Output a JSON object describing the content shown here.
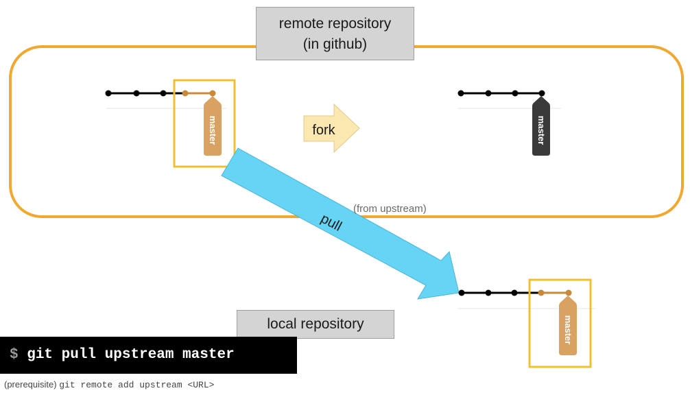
{
  "remote": {
    "title_line1": "remote repository",
    "title_line2": "(in github)"
  },
  "local": {
    "title": "local repository"
  },
  "fork_label": "fork",
  "pull_label": "pull",
  "from_upstream": "(from upstream)",
  "branch_label": "master",
  "command": {
    "prompt": "$",
    "text": "git pull upstream master"
  },
  "prerequisite": {
    "label": "(prerequisite)",
    "command": "git remote add upstream <URL>"
  },
  "colors": {
    "remote_outline": "#f0a830",
    "highlight_box": "#f0c030",
    "new_commits": "#c8893a",
    "master_tag_upstream": "#d9a262",
    "master_tag_fork": "#3a3a3a",
    "fork_arrow": "#fbe7b0",
    "pull_arrow": "#66d4f5",
    "commit_dot": "#000000"
  }
}
